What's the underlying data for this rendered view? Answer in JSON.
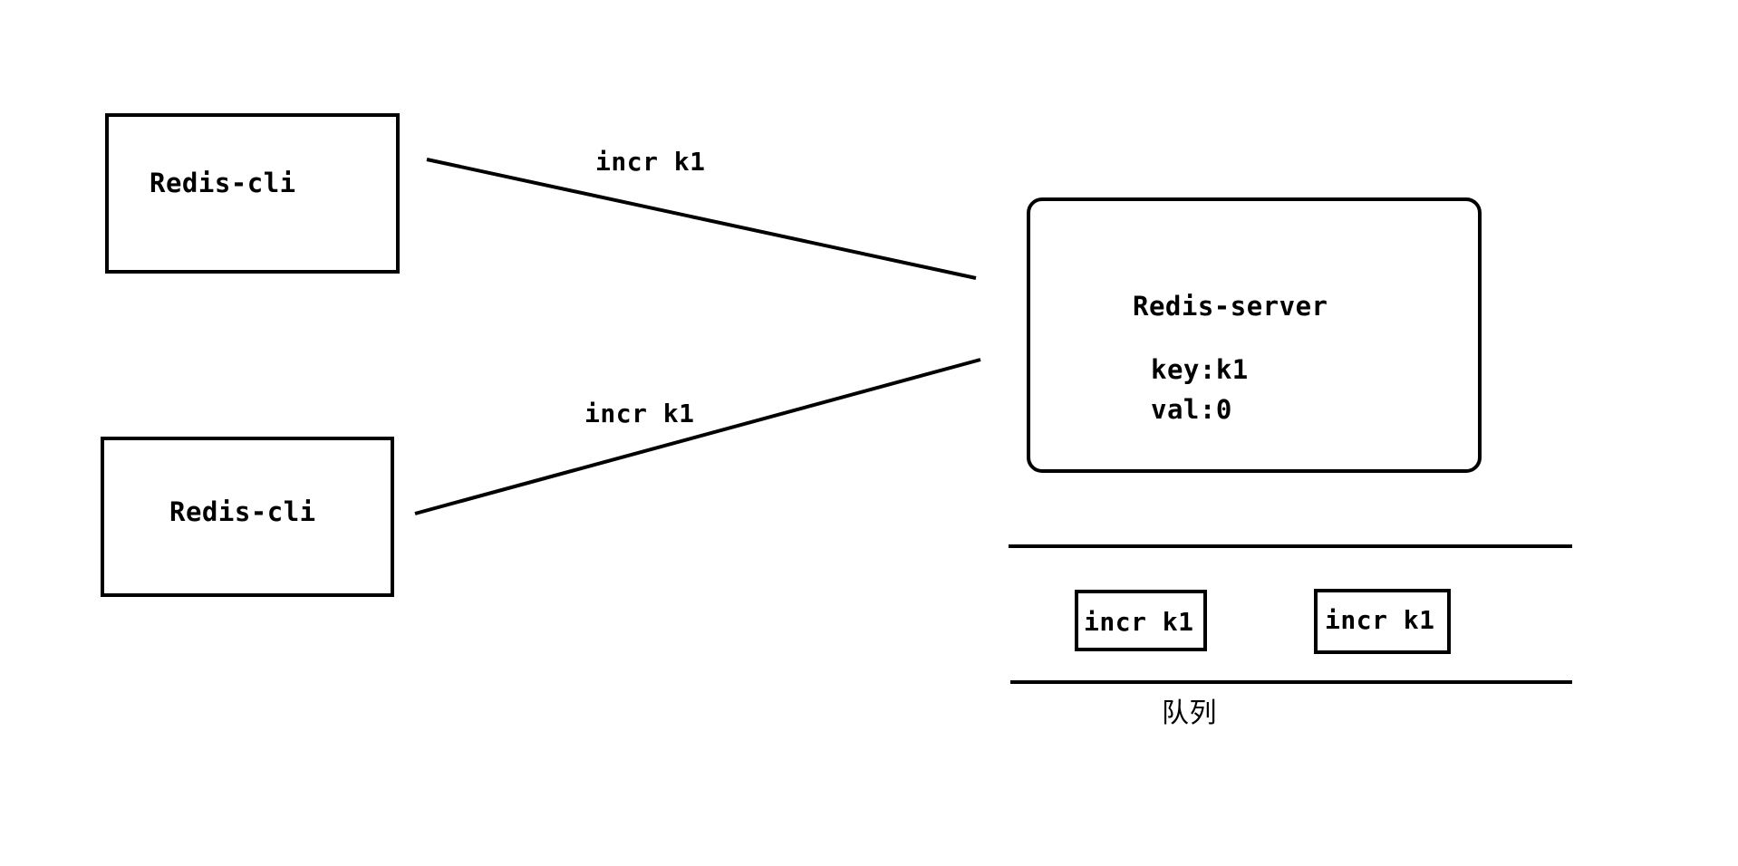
{
  "diagram": {
    "clients": [
      {
        "label": "Redis-cli"
      },
      {
        "label": "Redis-cli"
      }
    ],
    "commands": [
      {
        "label": "incr k1"
      },
      {
        "label": "incr k1"
      }
    ],
    "server": {
      "title": "Redis-server",
      "key": "key:k1",
      "val": "val:0"
    },
    "queue": {
      "label": "队列",
      "items": [
        {
          "label": "incr k1"
        },
        {
          "label": "incr k1"
        }
      ]
    }
  },
  "colors": {
    "stroke": "#000000",
    "background": "#ffffff"
  }
}
